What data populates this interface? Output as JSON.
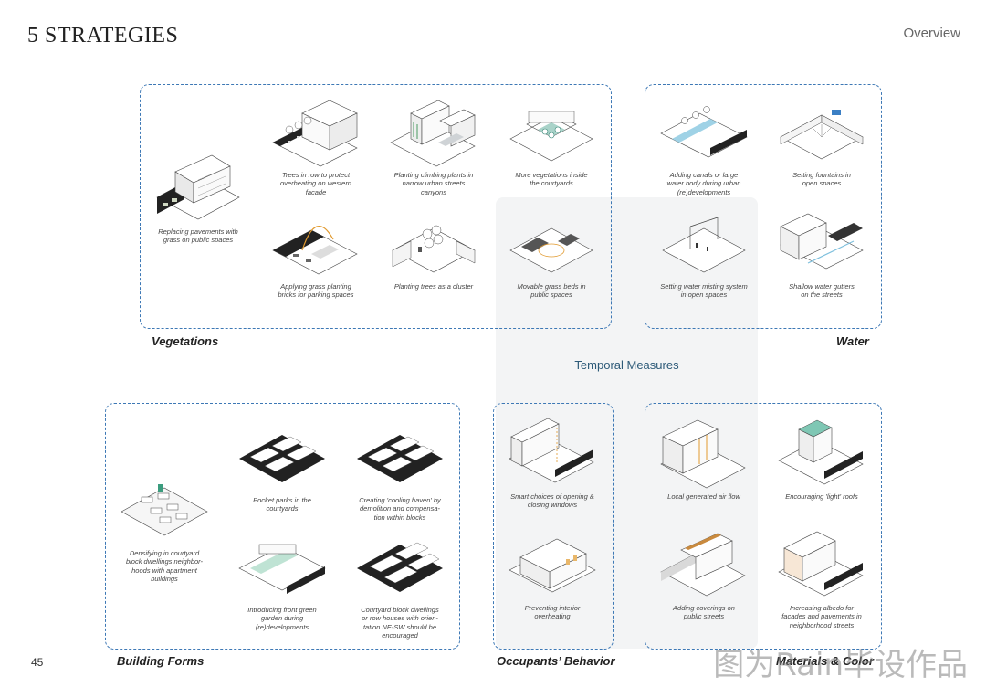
{
  "page": {
    "title": "5 STRATEGIES",
    "section": "Overview",
    "page_number": "45"
  },
  "temporal": {
    "label": "Temporal Measures"
  },
  "groups": {
    "vegetations": {
      "label": "Vegetations",
      "items": [
        {
          "caption": "Replacing pavements with\ngrass on public spaces",
          "icon": "building-with-grass-icon"
        },
        {
          "caption": "Trees in row to protect\noverheating on western\nfacade",
          "icon": "tree-row-icon"
        },
        {
          "caption": "Planting climbing plants in\nnarrow urban streets\ncanyons",
          "icon": "climbing-plants-icon"
        },
        {
          "caption": "More vegetations inside\nthe courtyards",
          "icon": "courtyard-vegetation-icon"
        },
        {
          "caption": "Applying grass planting\nbricks for parking spaces",
          "icon": "grass-bricks-icon"
        },
        {
          "caption": "Planting trees as a cluster",
          "icon": "tree-cluster-icon"
        },
        {
          "caption": "Movable grass beds in\npublic spaces",
          "icon": "movable-grass-beds-icon"
        }
      ]
    },
    "water": {
      "label": "Water",
      "items": [
        {
          "caption": "Adding canals or large\nwater body during urban\n(re)developments",
          "icon": "canal-icon"
        },
        {
          "caption": "Setting fountains in\nopen spaces",
          "icon": "fountain-icon"
        },
        {
          "caption": "Setting water misting system\nin open spaces",
          "icon": "water-misting-icon"
        },
        {
          "caption": "Shallow water gutters\non the streets",
          "icon": "water-gutter-icon"
        }
      ]
    },
    "building_forms": {
      "label": "Building Forms",
      "items": [
        {
          "caption": "Densifying in courtyard\nblock dwellings neighbor-\nhoods with apartment\nbuildings",
          "icon": "densified-blocks-icon"
        },
        {
          "caption": "Pocket parks in the\ncourtyards",
          "icon": "pocket-park-icon"
        },
        {
          "caption": "Creating 'cooling haven' by\ndemolition and compensa-\ntion within blocks",
          "icon": "cooling-haven-icon"
        },
        {
          "caption": "Introducing front green\ngarden during\n(re)developments",
          "icon": "front-garden-icon"
        },
        {
          "caption": "Courtyard block dwellings\nor row houses with orien-\ntation NE-SW should be\nencouraged",
          "icon": "oriented-blocks-icon"
        }
      ]
    },
    "occupants": {
      "label": "Occupants’ Behavior",
      "items": [
        {
          "caption": "Smart choices of opening &\nclosing windows",
          "icon": "window-opening-icon"
        },
        {
          "caption": "Preventing interior\noverheating",
          "icon": "interior-overheating-icon"
        }
      ]
    },
    "materials": {
      "label": "Materials & Color",
      "items": [
        {
          "caption": "Local generated air flow",
          "icon": "air-flow-icon"
        },
        {
          "caption": "Encouraging 'light' roofs",
          "icon": "light-roof-icon"
        },
        {
          "caption": "Adding coverings on\npublic streets",
          "icon": "street-covering-icon"
        },
        {
          "caption": "Increasing albedo for\nfacades and pavements in\nneighborhood streets",
          "icon": "albedo-icon"
        }
      ]
    }
  },
  "watermark": "图为Rain毕设作品"
}
